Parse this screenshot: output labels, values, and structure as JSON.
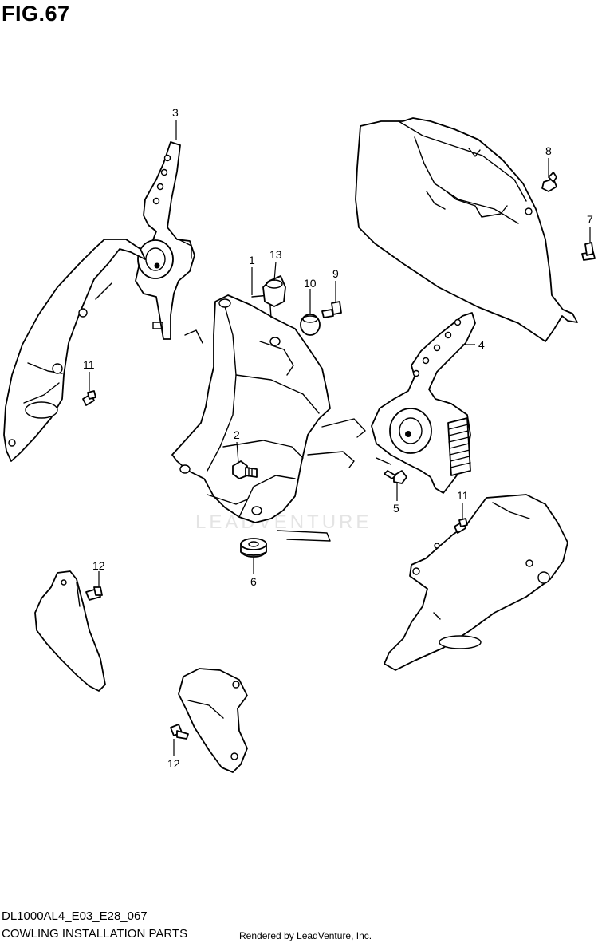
{
  "figure": {
    "title": "FIG.67"
  },
  "callouts": {
    "c1": "1",
    "c2": "2",
    "c3": "3",
    "c4": "4",
    "c5": "5",
    "c6": "6",
    "c7": "7",
    "c8": "8",
    "c9": "9",
    "c10": "10",
    "c11a": "11",
    "c11b": "11",
    "c12a": "12",
    "c12b": "12",
    "c13": "13"
  },
  "watermark": "LEADVENTURE",
  "footer": {
    "model_code": "DL1000AL4_E03_E28_067",
    "caption": "COWLING INSTALLATION PARTS",
    "rendered_by": "Rendered by LeadVenture, Inc."
  }
}
